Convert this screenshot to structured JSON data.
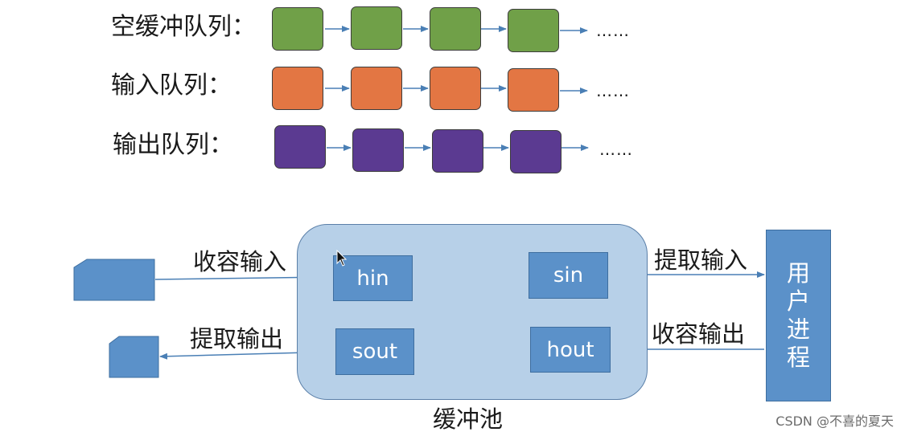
{
  "queues": {
    "empty_label": "空缓冲队列：",
    "input_label": "输入队列：",
    "output_label": "输出队列：",
    "ellipsis": "……",
    "colors": {
      "empty": "#70a048",
      "input": "#e37643",
      "output": "#5b3a91"
    }
  },
  "pool": {
    "label": "缓冲池",
    "hin": "hin",
    "sin": "sin",
    "sout": "sout",
    "hout": "hout",
    "color": "#b7d0e8"
  },
  "arrows": {
    "collect_input": "收容输入",
    "fetch_output": "提取输出",
    "fetch_input": "提取输入",
    "collect_output": "收容输出"
  },
  "user_process": {
    "chars": [
      "用",
      "户",
      "进",
      "程"
    ]
  },
  "watermark": "CSDN @不喜的夏天"
}
